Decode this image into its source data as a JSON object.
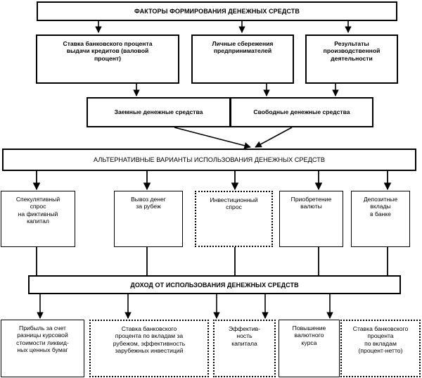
{
  "diagram": {
    "title_bar": {
      "label": "ФАКТОРЫ ФОРМИРОВАНИЯ ДЕНЕЖНЫХ СРЕДСТВ"
    },
    "factors": [
      {
        "label": "Ставка банковского процента\nвыдачи кредитов (валовой\nпроцент)"
      },
      {
        "label": "Личные сбережения\nпредпринимателей"
      },
      {
        "label": "Результаты\nпроизводственной\nдеятельности"
      }
    ],
    "funds": [
      {
        "label": "Заемные денежные средства"
      },
      {
        "label": "Свободные денежные средства"
      }
    ],
    "alternatives_bar": {
      "label": "АЛЬТЕРНАТИВНЫЕ ВАРИАНТЫ ИСПОЛЬЗОВАНИЯ ДЕНЕЖНЫХ СРЕДСТВ"
    },
    "alternatives": [
      {
        "label": "Спекулятивный\nспрос\nна фиктивный\nкапитал"
      },
      {
        "label": "Вывоз денег\nза рубеж"
      },
      {
        "label": "Инвестиционный\nспрос"
      },
      {
        "label": "Приобретение\nвалюты"
      },
      {
        "label": "Депозитные\nвклады\nв банке"
      }
    ],
    "income_bar": {
      "label": "ДОХОД ОТ ИСПОЛЬЗОВАНИЯ ДЕНЕЖНЫХ СРЕДСТВ"
    },
    "incomes": [
      {
        "label": "Прибыль за счет\nразницы курсовой\nстоимости ликвид-\nных ценных бумаг"
      },
      {
        "label": "Ставка банковского\nпроцента по вкладам за\nрубежом, эффективность\nзарубежных инвестиций"
      },
      {
        "label": "Эффектив-\nность\nкапитала"
      },
      {
        "label": "Повышение\nвалютного\nкурса"
      },
      {
        "label": "Ставка банковского\nпроцента\nпо вкладам\n(процент-нетто)"
      }
    ],
    "colors": {
      "stroke": "#000000",
      "background": "#ffffff",
      "text": "#000000"
    }
  }
}
